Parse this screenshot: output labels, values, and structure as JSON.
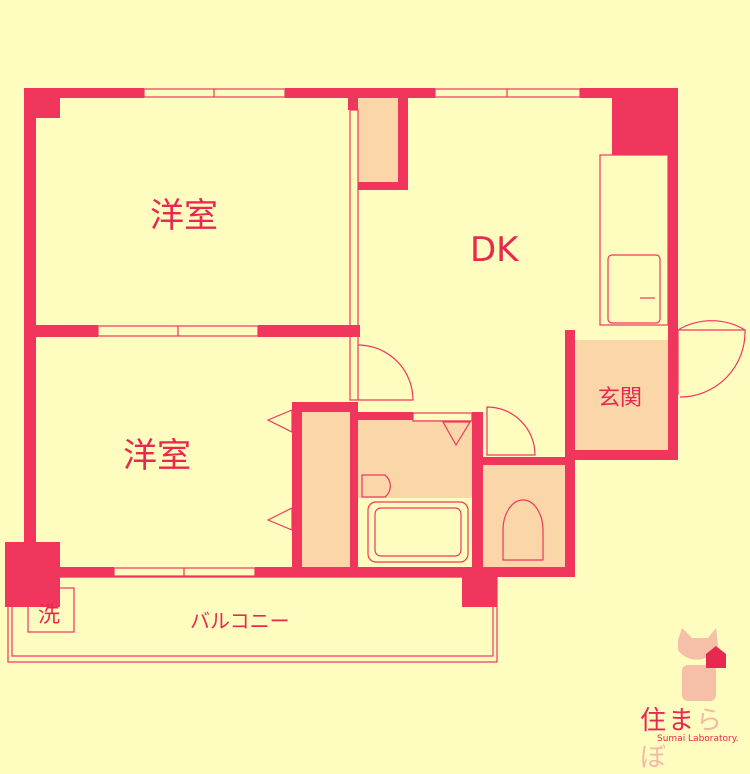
{
  "rooms": {
    "bedroom1": "洋室",
    "bedroom2": "洋室",
    "dk": "DK",
    "entrance": "玄関",
    "balcony": "バルコニー",
    "washer": "洗"
  },
  "logo": {
    "jp_main": "住ま",
    "jp_sub": "らぼ",
    "en": "Sumai Laboratory."
  },
  "colors": {
    "wall": "#f0365c",
    "floor": "#fbd6a8",
    "background": "#fffcc0"
  }
}
